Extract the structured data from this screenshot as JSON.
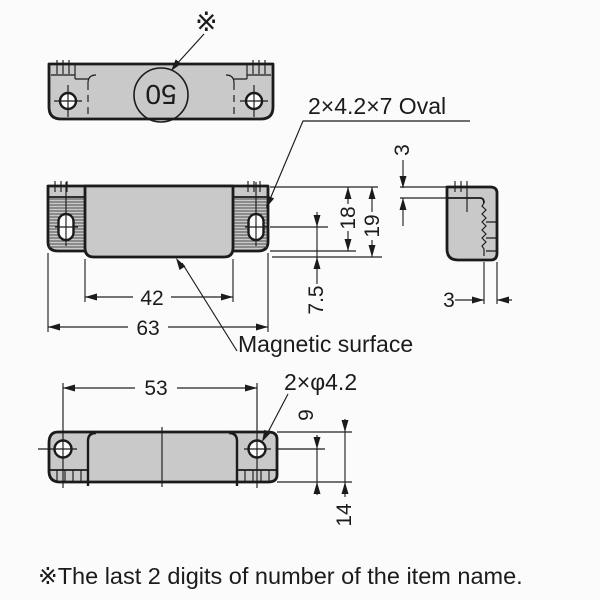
{
  "colors": {
    "body_fill": "#c9c9c9",
    "line": "#1b1b1b",
    "background": "#fbfbfb"
  },
  "reference_mark": "※",
  "badge_number": "50",
  "labels": {
    "oval_slot": "2×4.2×7 Oval",
    "magnetic_surface": "Magnetic surface",
    "round_holes": "2×φ4.2"
  },
  "dimensions": {
    "front_body_width": "42",
    "front_overall_width": "63",
    "front_recess_depth": "18",
    "front_overall_height": "19",
    "front_slot_center_to_bottom": "7.5",
    "front_top_plate": "3",
    "side_plate_thickness": "3",
    "bottom_hole_pitch": "53",
    "bottom_hole_offset": "9",
    "bottom_overall_depth": "14"
  },
  "note": "※The last 2 digits of number of the item name."
}
